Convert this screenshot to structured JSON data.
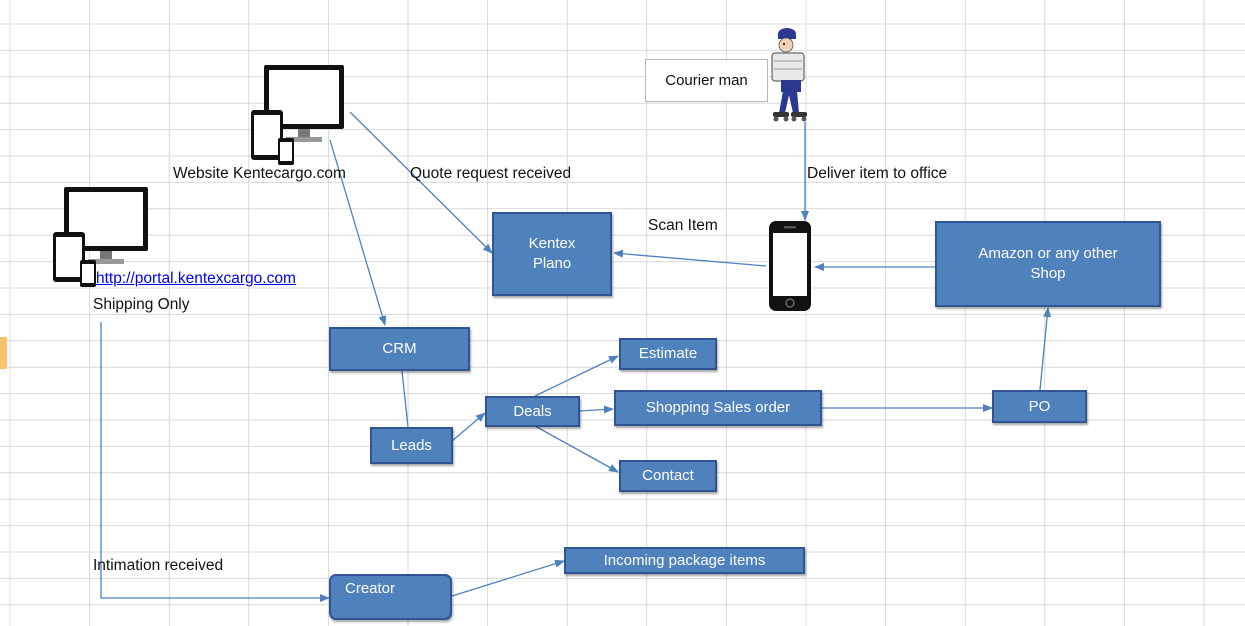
{
  "diagram": {
    "labels": {
      "website": "Website Kentecargo.com",
      "quote_request": "Quote request received",
      "portal_link": "http://portal.kentexcargo.com",
      "shipping_only": "Shipping Only",
      "deliver_item": "Deliver item to office",
      "scan_item": "Scan Item",
      "intimation": "Intimation received"
    },
    "textboxes": {
      "courier_man": "Courier man"
    },
    "nodes": {
      "kentex_plano_line1": "Kentex",
      "kentex_plano_line2": "Plano",
      "amazon_line1": "Amazon or any other",
      "amazon_line2": "Shop",
      "crm": "CRM",
      "leads": "Leads",
      "deals": "Deals",
      "estimate": "Estimate",
      "shopping_sales_order": "Shopping Sales order",
      "contact": "Contact",
      "po": "PO",
      "creator": "Creator",
      "incoming_package_items": "Incoming package items"
    }
  },
  "colors": {
    "node_fill": "#4f81bd",
    "node_border": "#2f5597",
    "connector": "#4f81bd",
    "gridline": "#d9d9d9"
  },
  "icons": [
    "desktop-devices-icon",
    "courier-man-icon",
    "smartphone-icon"
  ]
}
